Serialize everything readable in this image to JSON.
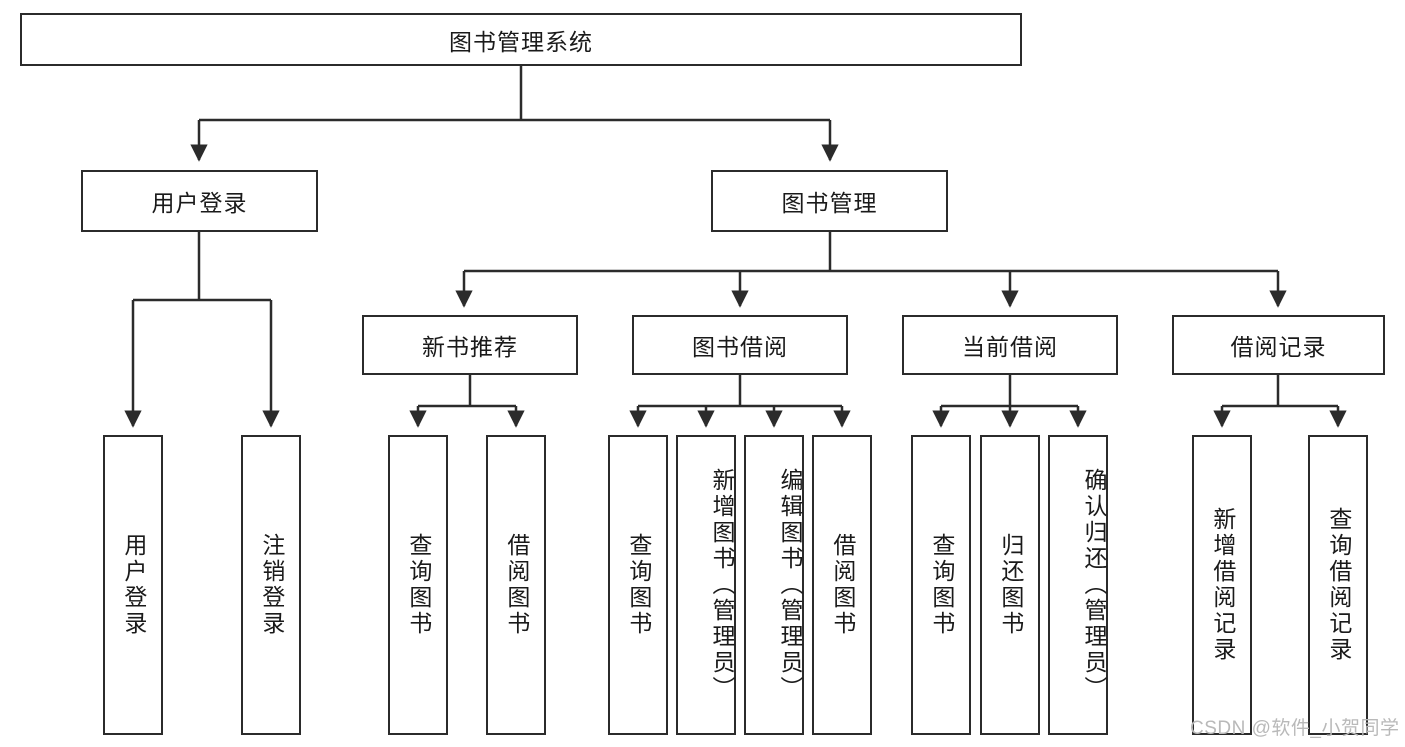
{
  "diagram": {
    "title": "图书管理系统",
    "type": "tree-hierarchy-diagram",
    "root": {
      "id": "root",
      "label": "图书管理系统"
    },
    "level2": [
      {
        "id": "user-login",
        "label": "用户登录"
      },
      {
        "id": "book-management",
        "label": "图书管理"
      }
    ],
    "level3": [
      {
        "id": "new-book-recommend",
        "label": "新书推荐",
        "parent": "book-management"
      },
      {
        "id": "book-borrow",
        "label": "图书借阅",
        "parent": "book-management"
      },
      {
        "id": "current-borrow",
        "label": "当前借阅",
        "parent": "book-management"
      },
      {
        "id": "borrow-record",
        "label": "借阅记录",
        "parent": "book-management"
      }
    ],
    "leaves": {
      "user_login": [
        {
          "id": "leaf-user-login",
          "label": "用户登录"
        },
        {
          "id": "leaf-logout-login",
          "label": "注销登录"
        }
      ],
      "new_book_recommend": [
        {
          "id": "leaf-query-book-1",
          "label": "查询图书"
        },
        {
          "id": "leaf-borrow-book-1",
          "label": "借阅图书"
        }
      ],
      "book_borrow": [
        {
          "id": "leaf-query-book-2",
          "label": "查询图书"
        },
        {
          "id": "leaf-add-book",
          "label": "新增图书（管理员）"
        },
        {
          "id": "leaf-edit-book",
          "label": "编辑图书（管理员）"
        },
        {
          "id": "leaf-borrow-book-2",
          "label": "借阅图书"
        }
      ],
      "current_borrow": [
        {
          "id": "leaf-query-book-3",
          "label": "查询图书"
        },
        {
          "id": "leaf-return-book",
          "label": "归还图书"
        },
        {
          "id": "leaf-confirm-return",
          "label": "确认归还（管理员）"
        }
      ],
      "borrow_record": [
        {
          "id": "leaf-add-record",
          "label": "新增借阅记录"
        },
        {
          "id": "leaf-query-record",
          "label": "查询借阅记录"
        }
      ]
    }
  },
  "watermark": {
    "text": "CSDN @软件_小贺同学"
  },
  "colors": {
    "border": "#2b2b2b",
    "background": "#ffffff",
    "text": "#1a1a1a",
    "watermark": "#b9b9b9"
  }
}
